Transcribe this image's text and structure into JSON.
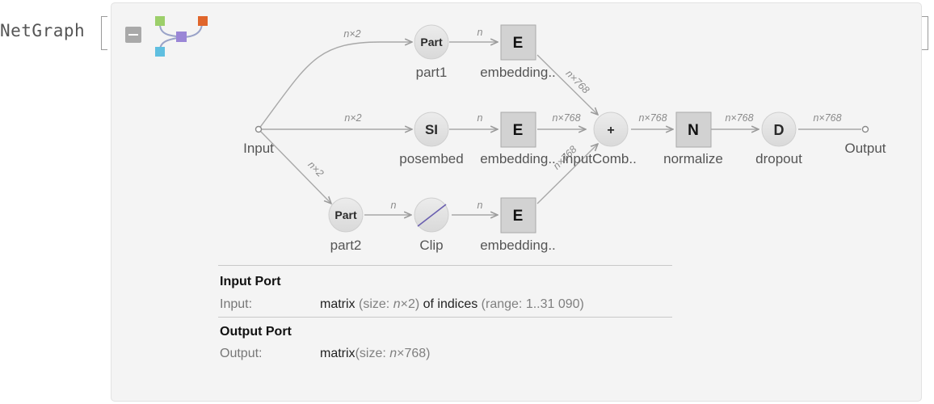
{
  "header": {
    "function_name": "NetGraph"
  },
  "toolbar": {
    "collapse_icon": "minus-square-icon",
    "graph_icon": "graph-thumbnail-icon"
  },
  "thumbnail_colors": {
    "input_a": "#9ccf6a",
    "input_b": "#5fbfe0",
    "hub": "#9a86d6",
    "output": "#e0662c"
  },
  "graph": {
    "input": {
      "label": "Input"
    },
    "output": {
      "label": "Output"
    },
    "nodes": {
      "part1": {
        "symbol": "Part",
        "label": "part1"
      },
      "posembed": {
        "symbol": "SI",
        "label": "posembed"
      },
      "part2": {
        "symbol": "Part",
        "label": "part2"
      },
      "clip": {
        "symbol": "",
        "label": "Clip"
      },
      "emb1": {
        "symbol": "E",
        "label": "embedding.."
      },
      "emb2": {
        "symbol": "E",
        "label": "embedding.."
      },
      "emb3": {
        "symbol": "E",
        "label": "embedding.."
      },
      "combine": {
        "symbol": "+",
        "label": "inputComb.."
      },
      "normalize": {
        "symbol": "N",
        "label": "normalize"
      },
      "dropout": {
        "symbol": "D",
        "label": "dropout"
      }
    },
    "edge_labels": {
      "in_part1": "n×2",
      "in_posembed": "n×2",
      "in_part2": "n×2",
      "part1_emb1": "n",
      "posembed_emb2": "n",
      "part2_clip": "n",
      "clip_emb3": "n",
      "emb1_combine": "n×768",
      "emb2_combine": "n×768",
      "emb3_combine": "n×768",
      "combine_normalize": "n×768",
      "normalize_dropout": "n×768",
      "dropout_output": "n×768"
    }
  },
  "ports": {
    "input_title": "Input Port",
    "input": {
      "name": "Input:",
      "type": "matrix",
      "size_prefix": "(size: ",
      "size_n": "n",
      "size_suffix": "×2)",
      "of": "of indices",
      "range": "(range: 1..31 090)"
    },
    "output_title": "Output Port",
    "output": {
      "name": "Output:",
      "type": "matrix",
      "size_prefix": "(size: ",
      "size_n": "n",
      "size_suffix": "×768)"
    }
  }
}
